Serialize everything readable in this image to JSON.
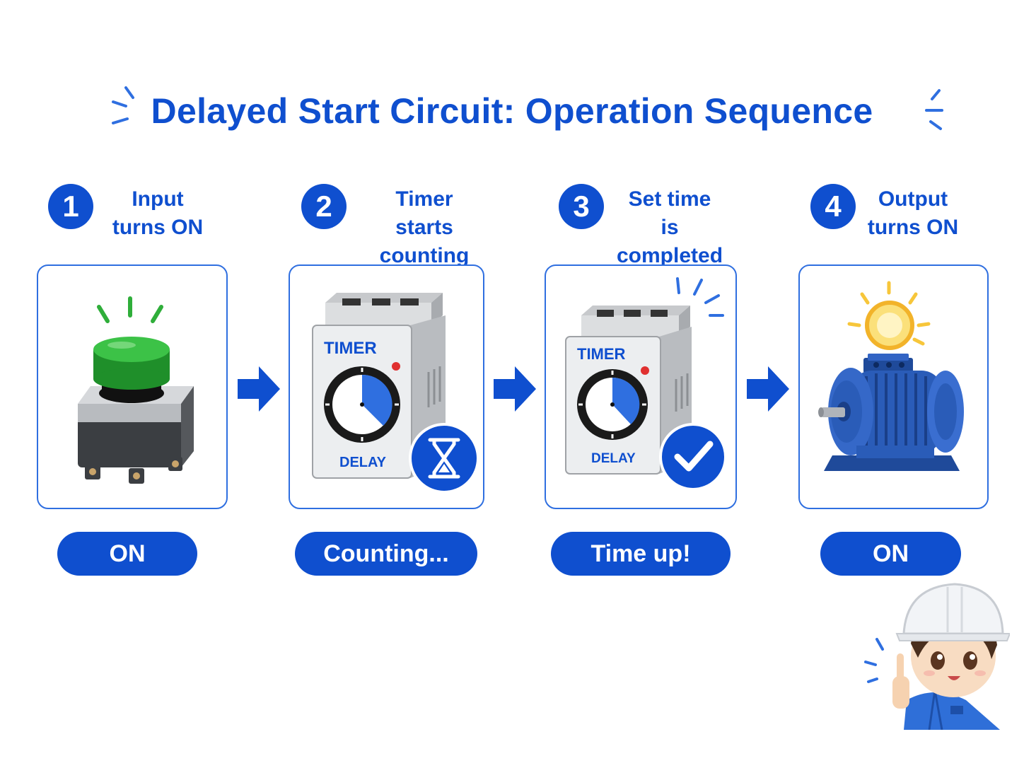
{
  "title": "Delayed Start Circuit: Operation Sequence",
  "colors": {
    "primary": "#0f4fcf",
    "panel_border": "#2f6fe0",
    "button_green": "#2fae3a",
    "sun": "#f7c63a"
  },
  "steps": [
    {
      "number": "1",
      "label": "Input\nturns ON",
      "status": "ON",
      "icon": "push-button-icon"
    },
    {
      "number": "2",
      "label": "Timer\nstarts counting",
      "status": "Counting...",
      "icon": "timer-relay-icon",
      "timer_face_text": "TIMER",
      "timer_bottom_text": "DELAY",
      "badge_icon": "hourglass-icon"
    },
    {
      "number": "3",
      "label": "Set time\nis completed",
      "status": "Time up!",
      "icon": "timer-relay-icon",
      "timer_face_text": "TIMER",
      "timer_bottom_text": "DELAY",
      "badge_icon": "checkmark-icon"
    },
    {
      "number": "4",
      "label": "Output\nturns ON",
      "status": "ON",
      "icon": "motor-icon"
    }
  ],
  "mascot_icon": "engineer-mascot-icon"
}
